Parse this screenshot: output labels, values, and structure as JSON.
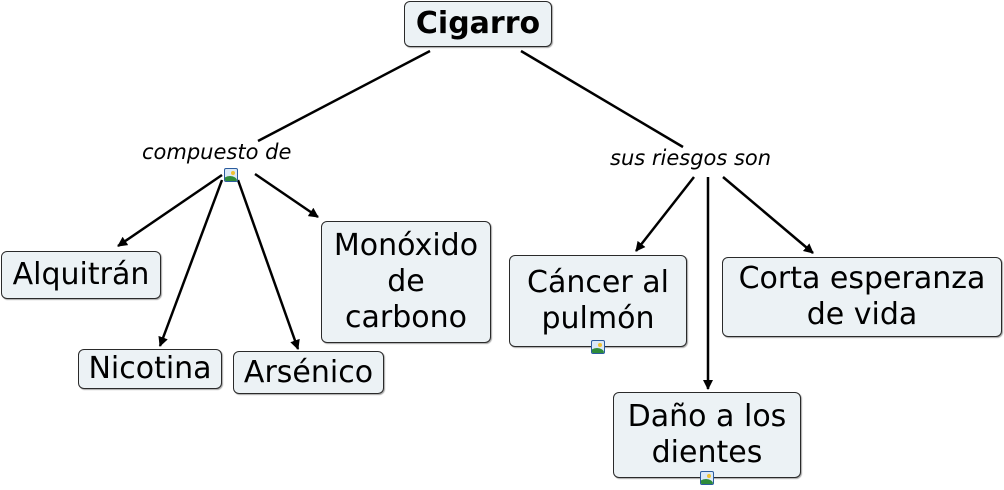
{
  "map": {
    "root": "Cigarro",
    "phrases": {
      "composed": "compuesto de",
      "risks": "sus riesgos son"
    },
    "components": [
      "Alquitrán",
      "Nicotina",
      "Arsénico",
      "Monóxido\nde\ncarbono"
    ],
    "risks": [
      "Cáncer al\npulmón",
      "Daño a los\ndientes",
      "Corta esperanza\nde vida"
    ],
    "resource_icon": "image-resource-icon",
    "colors": {
      "node_fill": "#ecf2f5",
      "node_border": "#2a2a2a",
      "link": "#000000"
    }
  }
}
